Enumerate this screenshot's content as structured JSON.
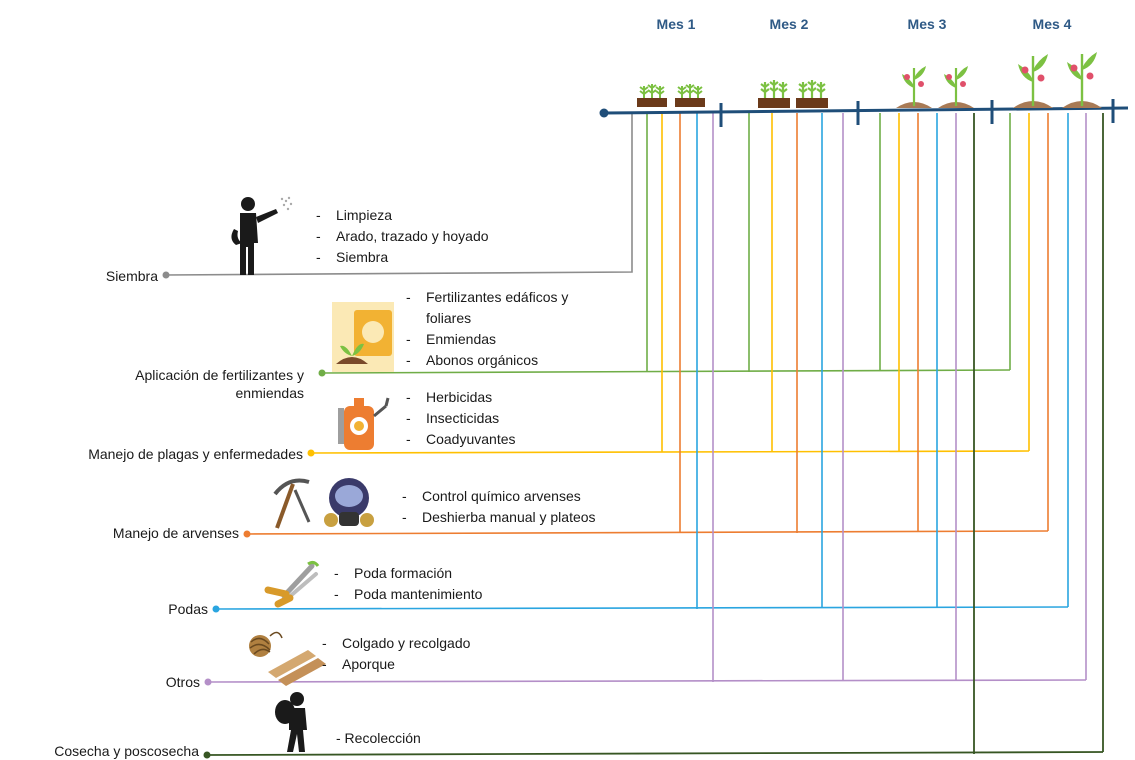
{
  "months": [
    "Mes 1",
    "Mes 2",
    "Mes 3",
    "Mes 4"
  ],
  "activities": [
    {
      "label": "Siembra",
      "color": "#8c8c8c",
      "icon": "person-spraying-icon",
      "tasks": [
        "Limpieza",
        "Arado, trazado y hoyado",
        "Siembra"
      ]
    },
    {
      "label_line1": "Aplicación de fertilizantes y",
      "label_line2": "enmiendas",
      "color": "#70ad47",
      "icon": "fertilizer-bag-icon",
      "tasks": [
        "Fertilizantes edáficos y",
        "foliares",
        "Enmiendas",
        "Abonos orgánicos"
      ]
    },
    {
      "label": "Manejo de plagas y enfermedades",
      "color": "#ffc000",
      "icon": "backpack-sprayer-icon",
      "tasks": [
        "Herbicidas",
        "Insecticidas",
        "Coadyuvantes"
      ]
    },
    {
      "label": "Manejo de arvenses",
      "color": "#ed7d31",
      "icon": "pickaxe-and-gas-mask-icon",
      "tasks": [
        "Control químico arvenses",
        "Deshierba manual y plateos"
      ]
    },
    {
      "label": "Podas",
      "color": "#2aa5e0",
      "icon": "pruning-shears-icon",
      "tasks": [
        "Poda formación",
        "Poda mantenimiento"
      ]
    },
    {
      "label": "Otros",
      "color": "#b48fc8",
      "icon": "twine-and-stakes-icon",
      "tasks": [
        "Colgado y recolgado",
        "Aporque"
      ]
    },
    {
      "label": "Cosecha y poscosecha",
      "color": "#375623",
      "icon": "harvester-with-sack-icon",
      "tasks": [
        "- Recolección"
      ]
    }
  ],
  "colors": {
    "timeline": "#1f4e79",
    "sprout": "#7cc142",
    "soil": "#6b3a1a",
    "flower": "#e0506a"
  }
}
